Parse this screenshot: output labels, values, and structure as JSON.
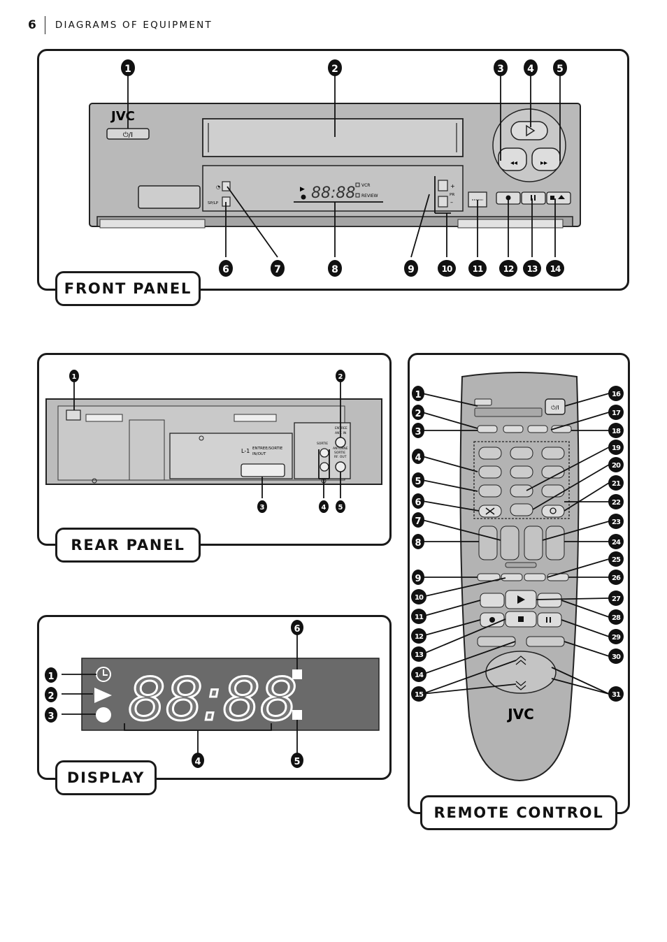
{
  "header": {
    "page_number": "6",
    "title": "DIAGRAMS OF EQUIPMENT"
  },
  "panels": {
    "front": "FRONT PANEL",
    "rear": "REAR PANEL",
    "display": "DISPLAY",
    "remote": "REMOTE CONTROL"
  },
  "front_device": {
    "brand": "JVC",
    "power": "⏻/I",
    "sp_lp": "SP/LP",
    "clock_digits": "88:88",
    "vcr": "VCR",
    "review": "REVIEW",
    "pr_label": "PR",
    "plus": "+",
    "minus": "–",
    "rew_label": "◂◂",
    "ff_label": "▸▸"
  },
  "rear_device": {
    "l1_label": "L-1",
    "l1_text1": "ENTREE/SORTIE",
    "l1_text2": "IN/OUT",
    "ant_in1": "ENTREE",
    "ant_in2": "ANT. IN",
    "ant_out1": "ANTENNE",
    "ant_out2": "SORTIE",
    "ant_out3": "RF. OUT",
    "sortie": "SORTIE"
  },
  "display_device": {
    "digits": "88:88"
  },
  "remote_device": {
    "brand": "JVC",
    "power": "⏻/I"
  },
  "callouts": {
    "front": [
      "1",
      "2",
      "3",
      "4",
      "5",
      "6",
      "7",
      "8",
      "9",
      "10",
      "11",
      "12",
      "13",
      "14"
    ],
    "rear": [
      "1",
      "2",
      "3",
      "4",
      "5"
    ],
    "display": [
      "1",
      "2",
      "3",
      "4",
      "5",
      "6"
    ],
    "remote": [
      "1",
      "2",
      "3",
      "4",
      "5",
      "6",
      "7",
      "8",
      "9",
      "10",
      "11",
      "12",
      "13",
      "14",
      "15",
      "16",
      "17",
      "18",
      "19",
      "20",
      "21",
      "22",
      "23",
      "24",
      "25",
      "26",
      "27",
      "28",
      "29",
      "30",
      "31"
    ]
  }
}
